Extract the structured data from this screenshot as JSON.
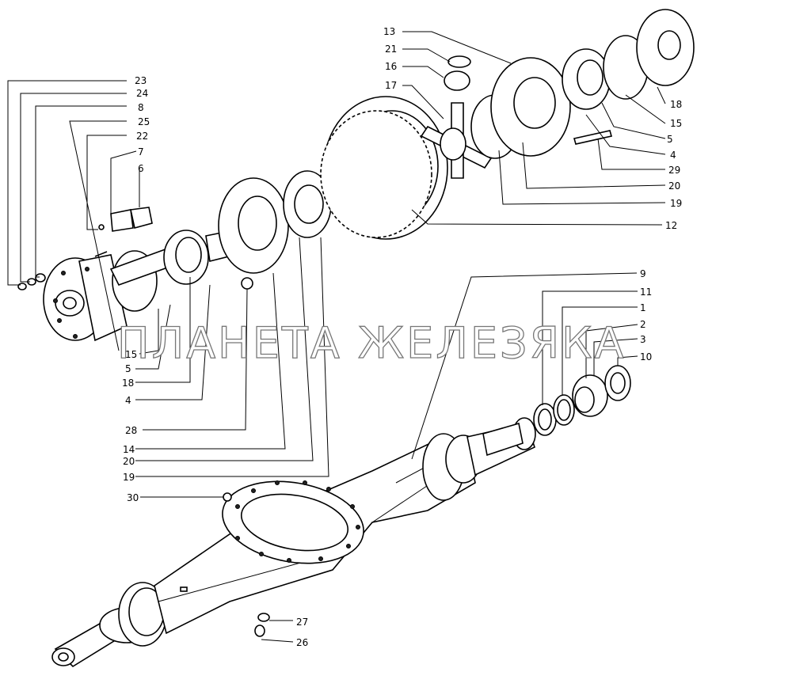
{
  "watermark": "ПЛАНЕТА ЖЕЛЕЗЯКА",
  "callouts": {
    "c13": "13",
    "c21": "21",
    "c16": "16",
    "c17": "17",
    "c23": "23",
    "c24": "24",
    "c8a": "8",
    "c25": "25",
    "c22": "22",
    "c7": "7",
    "c6": "6",
    "c18r": "18",
    "c15r": "15",
    "c5r": "5",
    "c4r": "4",
    "c29": "29",
    "c20r": "20",
    "c19r": "19",
    "c12": "12",
    "c9": "9",
    "c11": "11",
    "c1": "1",
    "c2": "2",
    "c3": "3",
    "c10": "10",
    "c15l": "15",
    "c5l": "5",
    "c18l": "18",
    "c4l": "4",
    "c28": "28",
    "c14": "14",
    "c20l": "20",
    "c19l": "19",
    "c30": "30",
    "c27": "27",
    "c26": "26"
  }
}
